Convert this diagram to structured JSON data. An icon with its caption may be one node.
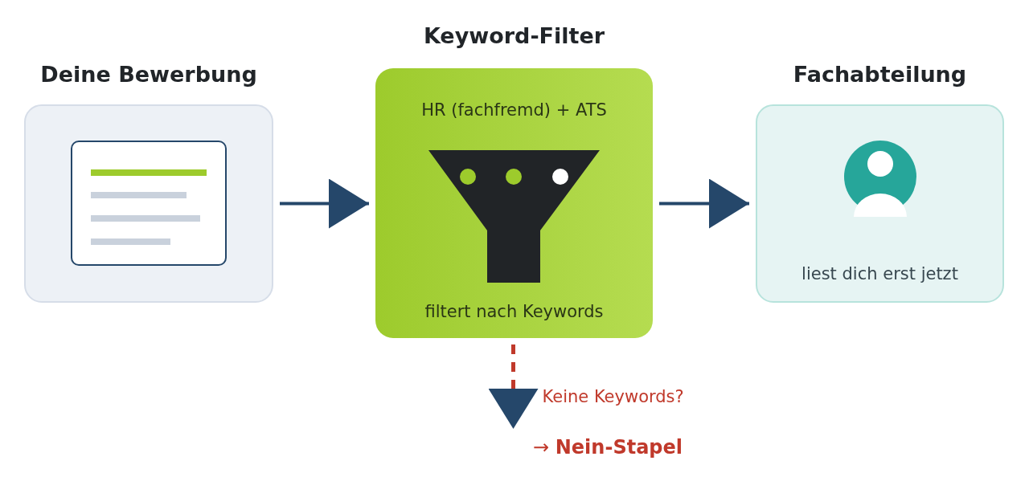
{
  "diagram": {
    "nodes": [
      {
        "text": [
          "Deine Bewerbung"
        ]
      },
      {
        "text": [
          "Keyword-Filter",
          "HR (fachfremd) + ATS",
          "filtert nach Keywords"
        ]
      },
      {
        "text": [
          "Fachabteilung",
          "liest dich erst jetzt"
        ]
      }
    ],
    "edges": [
      {
        "from": 0,
        "to": 1,
        "arrow": "to"
      },
      {
        "from": 1,
        "to": 2,
        "arrow": "to"
      },
      {
        "from": 1,
        "to": null,
        "arrow": "to",
        "label": "Keine Keywords?",
        "style": "dashed",
        "color": "#c0392b"
      }
    ],
    "labels": [
      "→ **Nein-Stapel**"
    ]
  }
}
